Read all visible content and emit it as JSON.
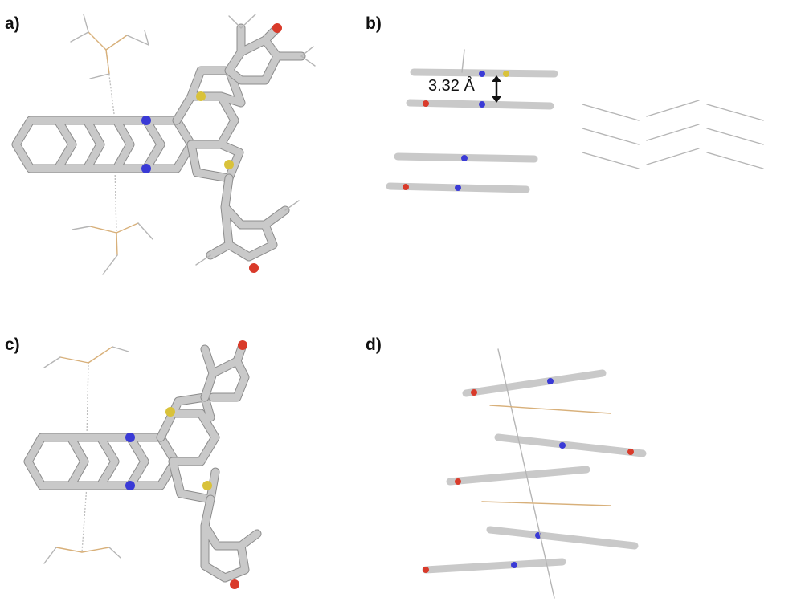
{
  "panels": [
    {
      "id": "a",
      "label": "a)"
    },
    {
      "id": "b",
      "label": "b)"
    },
    {
      "id": "c",
      "label": "c)"
    },
    {
      "id": "d",
      "label": "d)"
    }
  ],
  "annotations": {
    "pi_stack_distance": "3.32 Å"
  },
  "atom_colors": {
    "carbon": "#c9c9c9",
    "nitrogen": "#3a3ad6",
    "sulfur": "#d9c23a",
    "oxygen": "#d93a2a",
    "silicon": "#d8b07a"
  }
}
